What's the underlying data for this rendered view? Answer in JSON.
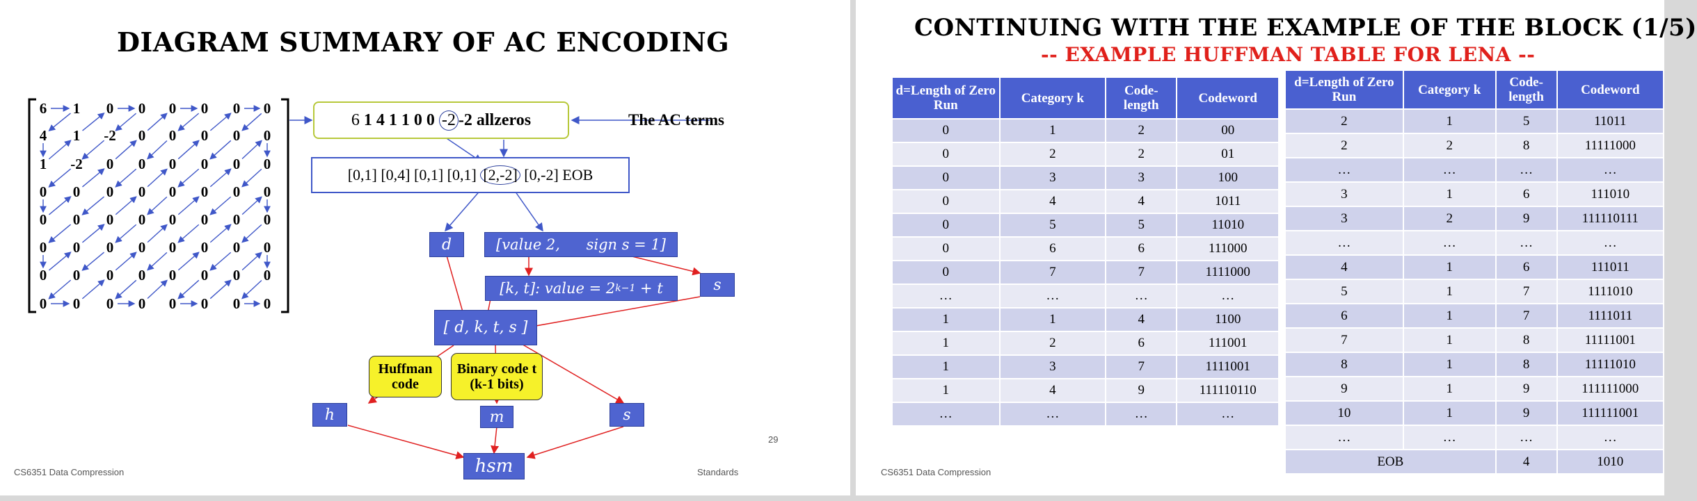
{
  "left_slide": {
    "title": "DIAGRAM SUMMARY OF AC ENCODING",
    "footer_left": "CS6351 Data Compression",
    "footer_right": "Standards",
    "page_number": "29",
    "matrix": [
      [
        "6",
        "1",
        "0",
        "0",
        "0",
        "0",
        "0",
        "0"
      ],
      [
        "4",
        "1",
        "-2",
        "0",
        "0",
        "0",
        "0",
        "0"
      ],
      [
        "1",
        "-2",
        "0",
        "0",
        "0",
        "0",
        "0",
        "0"
      ],
      [
        "0",
        "0",
        "0",
        "0",
        "0",
        "0",
        "0",
        "0"
      ],
      [
        "0",
        "0",
        "0",
        "0",
        "0",
        "0",
        "0",
        "0"
      ],
      [
        "0",
        "0",
        "0",
        "0",
        "0",
        "0",
        "0",
        "0"
      ],
      [
        "0",
        "0",
        "0",
        "0",
        "0",
        "0",
        "0",
        "0"
      ],
      [
        "0",
        "0",
        "0",
        "0",
        "0",
        "0",
        "0",
        "0"
      ]
    ],
    "sequence": {
      "prefix": "6 ",
      "bold_digits": "1 4 1 1 0 0 ",
      "circled": "-2",
      "suffix": "-2 allzeros"
    },
    "ac_terms_label": "The AC terms",
    "pairs": {
      "before": "[0,1] [0,4] [0,1] [0,1] ",
      "circled": "[2,-2]",
      "after": " [0,-2] EOB"
    },
    "box_d": "d",
    "box_value": {
      "left": "[value 2,",
      "right": "sign s = 1]"
    },
    "box_kt": {
      "main": "[k, t]: value = 2",
      "sup": "k−1",
      "tail": " + t"
    },
    "box_s_top": "s",
    "box_dkts": "[ d, k, t, s ]",
    "huffman_code": "Huffman code",
    "binary_code": "Binary code t (k-1 bits)",
    "box_h": "h",
    "box_m": "m",
    "box_s_bottom": "s",
    "box_hsm": "hsm"
  },
  "right_slide": {
    "title": "CONTINUING WITH THE EXAMPLE OF THE BLOCK (1/5)",
    "subtitle": "-- EXAMPLE HUFFMAN TABLE FOR LENA --",
    "footer_left": "CS6351 Data Compression",
    "headers": [
      "d=Length of Zero Run",
      "Category k",
      "Code-length",
      "Codeword"
    ],
    "table1": [
      [
        "0",
        "1",
        "2",
        "00"
      ],
      [
        "0",
        "2",
        "2",
        "01"
      ],
      [
        "0",
        "3",
        "3",
        "100"
      ],
      [
        "0",
        "4",
        "4",
        "1011"
      ],
      [
        "0",
        "5",
        "5",
        "11010"
      ],
      [
        "0",
        "6",
        "6",
        "111000"
      ],
      [
        "0",
        "7",
        "7",
        "1111000"
      ],
      [
        "…",
        "…",
        "…",
        "…"
      ],
      [
        "1",
        "1",
        "4",
        "1100"
      ],
      [
        "1",
        "2",
        "6",
        "111001"
      ],
      [
        "1",
        "3",
        "7",
        "1111001"
      ],
      [
        "1",
        "4",
        "9",
        "111110110"
      ],
      [
        "…",
        "…",
        "…",
        "…"
      ]
    ],
    "table2": [
      [
        "2",
        "1",
        "5",
        "11011"
      ],
      [
        "2",
        "2",
        "8",
        "11111000"
      ],
      [
        "…",
        "…",
        "…",
        "…"
      ],
      [
        "3",
        "1",
        "6",
        "111010"
      ],
      [
        "3",
        "2",
        "9",
        "111110111"
      ],
      [
        "…",
        "…",
        "…",
        "…"
      ],
      [
        "4",
        "1",
        "6",
        "111011"
      ],
      [
        "5",
        "1",
        "7",
        "1111010"
      ],
      [
        "6",
        "1",
        "7",
        "1111011"
      ],
      [
        "7",
        "1",
        "8",
        "11111001"
      ],
      [
        "8",
        "1",
        "8",
        "11111010"
      ],
      [
        "9",
        "1",
        "9",
        "111111000"
      ],
      [
        "10",
        "1",
        "9",
        "111111001"
      ],
      [
        "…",
        "…",
        "…",
        "…"
      ],
      [
        "EOB",
        "",
        "4",
        "1010"
      ]
    ]
  },
  "colors": {
    "box_blue": "#4f64d0",
    "header_blue": "#4a60d0",
    "yellow": "#f6f12a",
    "red_arrow": "#e02020",
    "subtitle_red": "#e0201b",
    "row_dark": "#cfd2eb",
    "row_light": "#e8e9f4"
  }
}
